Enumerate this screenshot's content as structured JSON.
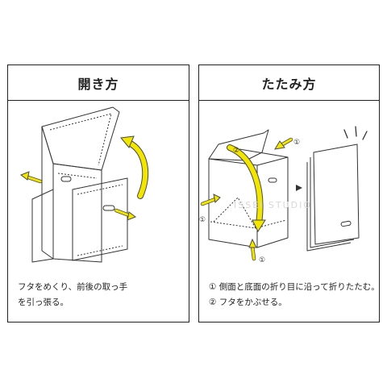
{
  "panels": {
    "open": {
      "title": "開き方",
      "caption": [
        "フタをめくり、前後の取っ手",
        "を引っ張る。"
      ]
    },
    "fold": {
      "title": "たたみ方",
      "caption": [
        "① 側面と底面の折り目に沿って折りたたむ。",
        "② フタをかぶせる。"
      ],
      "markers": {
        "one": "①",
        "two": "②"
      }
    }
  },
  "watermark": "ISSEI STUDIO",
  "colors": {
    "arrow": "#f2e600",
    "arrow_stroke": "#4a4a4a",
    "line": "#333333",
    "border": "#222222"
  }
}
